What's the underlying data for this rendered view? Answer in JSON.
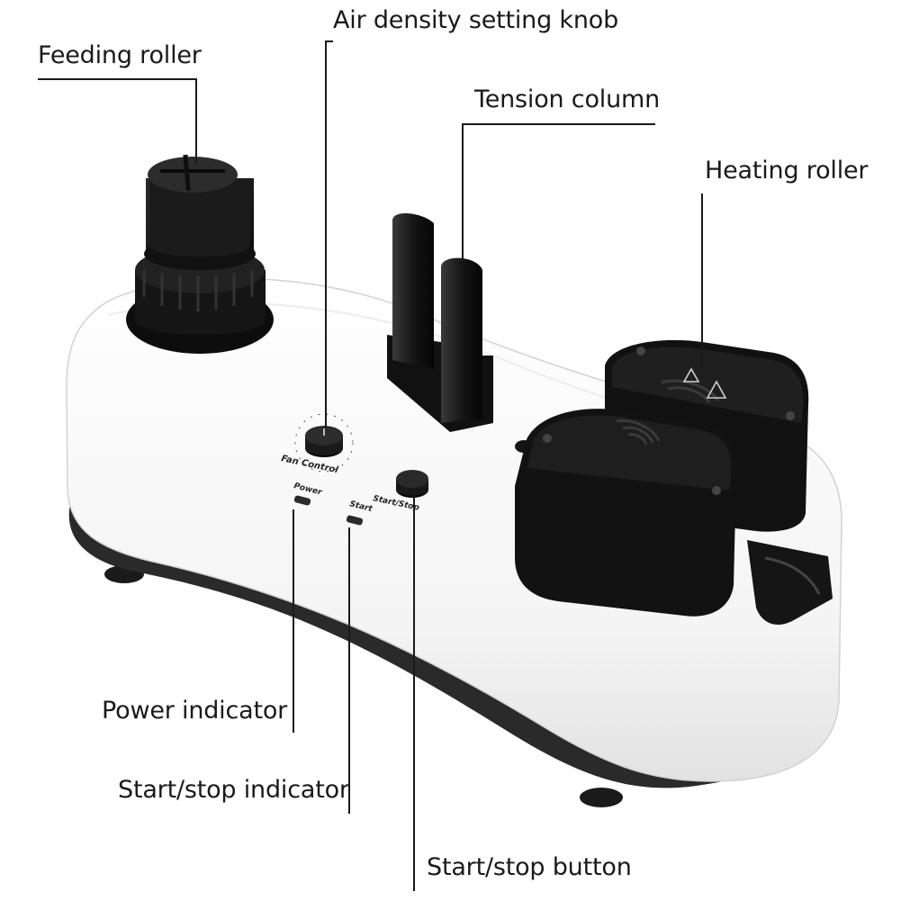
{
  "callouts": {
    "feeding_roller": "Feeding roller",
    "air_density_knob": "Air density setting knob",
    "tension_column": "Tension column",
    "heating_roller": "Heating roller",
    "power_indicator": "Power indicator",
    "start_stop_indicator": "Start/stop indicator",
    "start_stop_button": "Start/stop button"
  },
  "panel_labels": {
    "fan_control": "Fan Control",
    "power": "Power",
    "start": "Start",
    "start_stop": "Start/Stop"
  },
  "colors": {
    "body": "#f7f7f7",
    "dark_part": "#141414",
    "leader_line": "#1a1a1a",
    "window_blue": "#5a64b8"
  }
}
